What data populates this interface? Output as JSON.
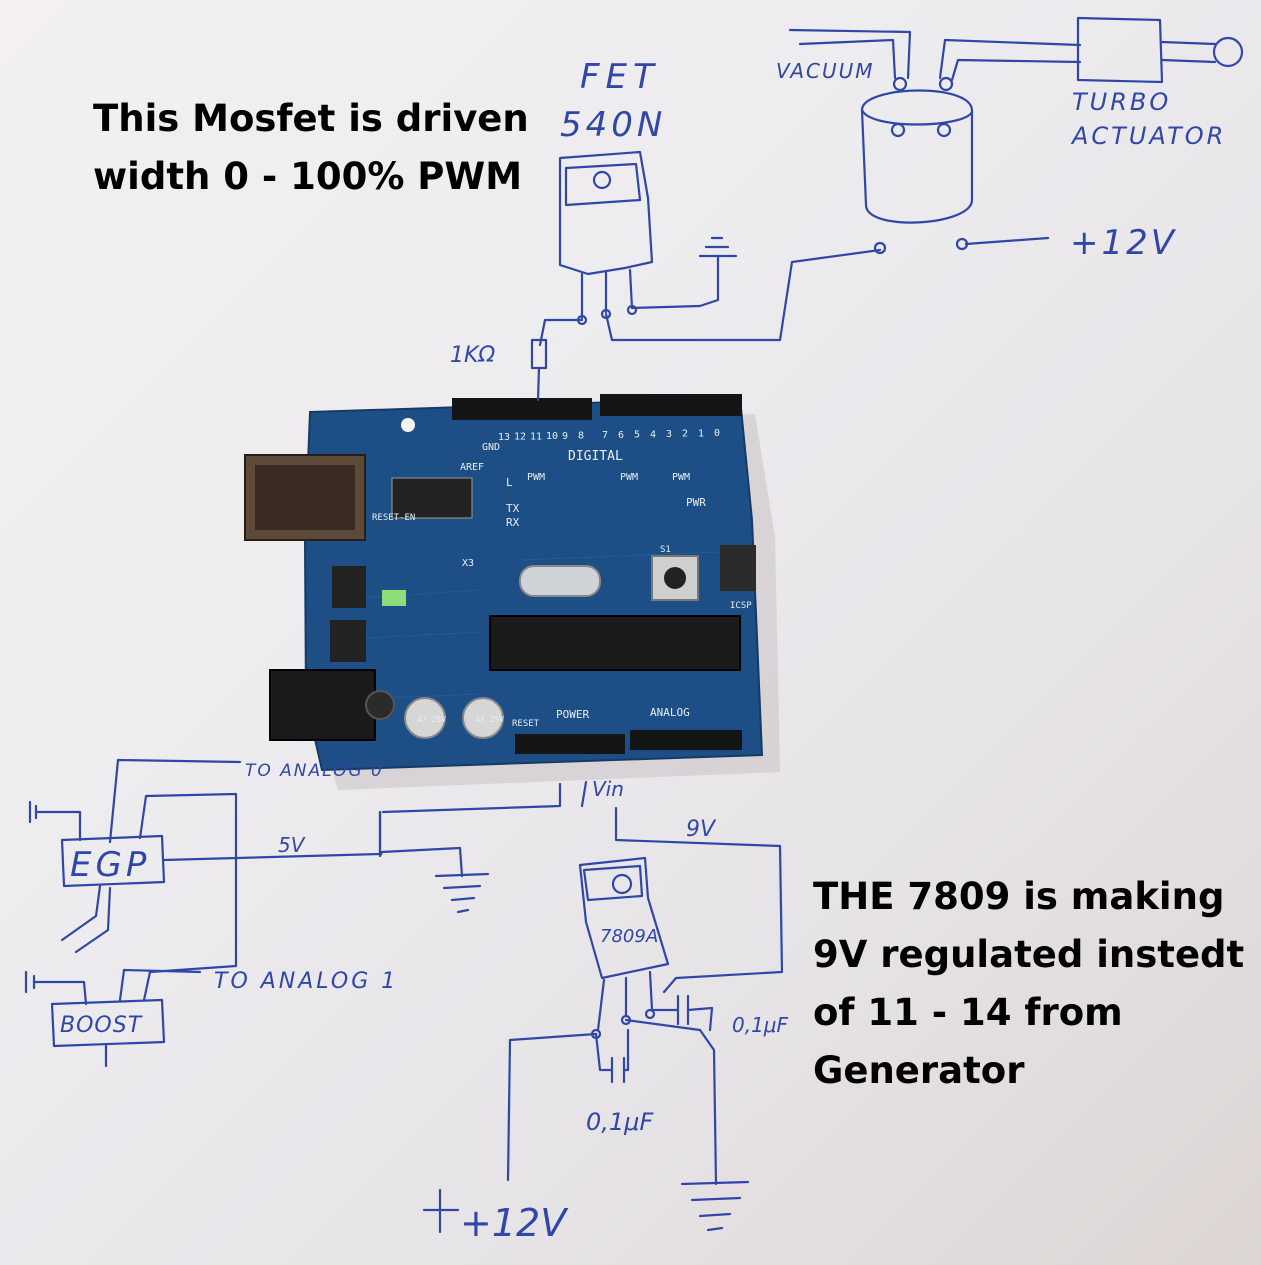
{
  "notes": {
    "pwm": [
      "This Mosfet is driven",
      "width 0 - 100% PWM"
    ],
    "regulator": [
      "THE 7809 is making",
      "9V regulated instedt",
      "of 11 - 14 from",
      "Generator"
    ]
  },
  "sketch": {
    "fet_line1": "FET",
    "fet_line2": "540N",
    "vacuum": "VACUUM",
    "turbo_line1": "TURBO",
    "turbo_line2": "ACTUATOR",
    "plus12_top": "+12V",
    "resistor": "1KΩ",
    "to_analog0": "TO ANALOG 0",
    "egp": "EGP",
    "five_v": "5V",
    "vin": "Vin",
    "nine_v": "9V",
    "reg_label": "7809",
    "reg_suffix": "A",
    "cap_right": "0,1μF",
    "to_analog1": "TO ANALOG 1",
    "boost": "BOOST",
    "cap_bottom": "0,1μF",
    "plus12_bottom": "+12V"
  },
  "board": {
    "digital": "DIGITAL",
    "pwm": "PWM",
    "analog": "ANALOG",
    "power": "POWER",
    "reset": "RESET",
    "aref": "AREF",
    "gnd": "GND",
    "tx": "TX",
    "rx": "RX",
    "l": "L",
    "pwr": "PWR",
    "reset_en": "RESET-EN",
    "x3": "X3",
    "icsp": "ICSP",
    "s1": "S1",
    "cap_value": "47 25V",
    "pin_numbers": [
      "13",
      "12",
      "11",
      "10",
      "9",
      "8",
      "7",
      "6",
      "5",
      "4",
      "3",
      "2",
      "1",
      "0"
    ]
  },
  "colors": {
    "ink": "#3147a8",
    "board": "#1d4f86",
    "paper": "#eeecef"
  }
}
